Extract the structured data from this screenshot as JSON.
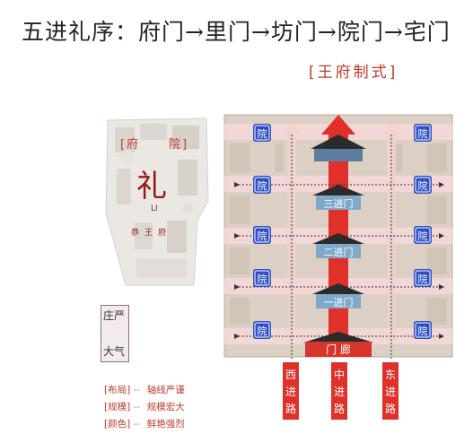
{
  "title": "五进礼序：府门→里门→坊门→院门→宅门",
  "subtitle": "[王府制式]",
  "thumbnail": {
    "label_fu": "[府",
    "label_yuan": "院]",
    "big_char": "礼",
    "pinyin": "LI",
    "name": "恭王府"
  },
  "badge": {
    "top": "庄严",
    "bottom": "大气"
  },
  "legend": [
    {
      "key": "[布局]",
      "value": "轴线严谨"
    },
    {
      "key": "[规模]",
      "value": "规模宏大"
    },
    {
      "key": "[颜色]",
      "value": "鲜艳强烈"
    }
  ],
  "diagram": {
    "courtyard_label": "院",
    "gates": [
      "三进门",
      "二进门",
      "一进门"
    ],
    "gallery": "门 廊",
    "roads": [
      {
        "chars": [
          "西",
          "进",
          "路"
        ]
      },
      {
        "chars": [
          "中",
          "进",
          "路"
        ]
      },
      {
        "chars": [
          "东",
          "进",
          "路"
        ]
      }
    ]
  },
  "colors": {
    "accent_red": "#c0392b",
    "axis_red": "#e0302a",
    "courtyard_blue": "#2f4fc6",
    "board_beige": "#dcd0c4",
    "band_pink": "#f2d7d6"
  }
}
